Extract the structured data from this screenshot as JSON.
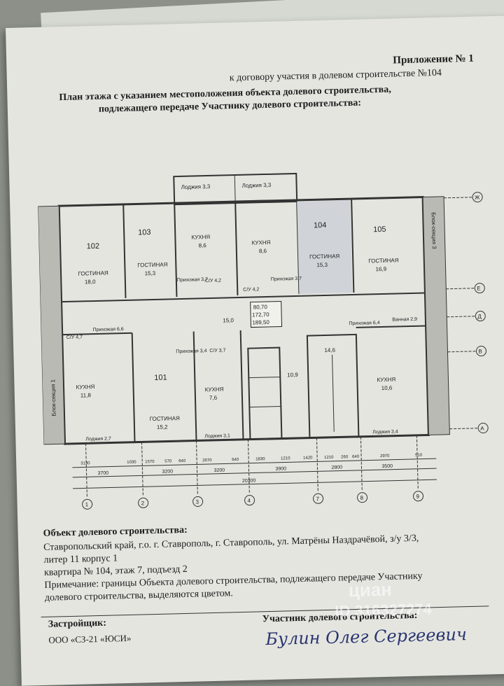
{
  "header": {
    "appendix": "Приложение № 1",
    "contract": "к договору участия в долевом строительстве №104",
    "title_line1": "План этажа с указанием местоположения объекта долевого строительства,",
    "title_line2": "подлежащего передаче Участнику долевого строительства:"
  },
  "plan": {
    "rooms": [
      {
        "label": "102",
        "area": "18,0",
        "name": "ГОСТИНАЯ"
      },
      {
        "label": "103",
        "area": "15,3",
        "name": "ГОСТИНАЯ"
      },
      {
        "label": "104",
        "area": "15,3",
        "name": "ГОСТИНАЯ"
      },
      {
        "label": "105",
        "area": "16,9",
        "name": "ГОСТИНАЯ"
      },
      {
        "label": "101",
        "area": "15,2",
        "name": "ГОСТИНАЯ"
      }
    ],
    "kitchens": [
      {
        "name": "КУХНЯ",
        "area": "8,6"
      },
      {
        "name": "КУХНЯ",
        "area": "8,6"
      },
      {
        "name": "КУХНЯ",
        "area": "11,8"
      },
      {
        "name": "КУХНЯ",
        "area": "7,6"
      },
      {
        "name": "КУХНЯ",
        "area": "10,6"
      }
    ],
    "loggias": [
      "Лоджия 3,3",
      "Лоджия 3,3",
      "Лоджия 2,7",
      "Лоджия 3,1",
      "Лоджия 3,4"
    ],
    "hallways": [
      "Прихожая 3,7",
      "Прихожая 3,7",
      "Прихожая 6,6",
      "Прихожая 3,4",
      "Прихожая 6,4"
    ],
    "bathrooms": [
      "С/У 4,2",
      "С/У 4,2",
      "С/У 4,7",
      "С/У 3,7",
      "Ванная 2,9"
    ],
    "corridor": "15,0",
    "stair": "14,6",
    "lift_hall": "10,9",
    "highlight": [
      "80,70",
      "172,70",
      "189,50"
    ],
    "block_left": "Блок-секция 1",
    "block_right": "Блок-секция 3",
    "axes_bottom": [
      "1",
      "2",
      "3",
      "4",
      "7",
      "8",
      "9"
    ],
    "axes_right": [
      "Ж",
      "Е",
      "Д",
      "В",
      "А"
    ],
    "dims_top": [
      "3130",
      "1030",
      "1570",
      "570",
      "640",
      "2670",
      "640",
      "1830",
      "1210",
      "1420",
      "1210",
      "260",
      "640",
      "2970",
      "510"
    ],
    "dims_mid": [
      "3700",
      "3200",
      "3200",
      "3900",
      "2800",
      "3500"
    ],
    "dims_total": "20300"
  },
  "object": {
    "heading": "Объект долевого строительства:",
    "line1": "Ставропольский край, г.о. г. Ставрополь, г. Ставрополь, ул. Матрёны Наздрачёвой, з/у 3/3,",
    "line2": "литер 11 корпус 1",
    "line3": "квартира № 104, этаж 7, подъезд 2",
    "note1": "Примечание: границы Объекта долевого строительства, подлежащего передаче Участнику",
    "note2": "долевого строительства, выделяются цветом."
  },
  "sign": {
    "developer_label": "Застройщик:",
    "developer_name": "ООО «СЗ-21 «ЮСИ»",
    "participant_label": "Участник долевого строительства:",
    "participant_sig": "Булин Олег Сергеевич"
  },
  "watermark": {
    "brand": "циан",
    "id": "ID 316327274"
  }
}
